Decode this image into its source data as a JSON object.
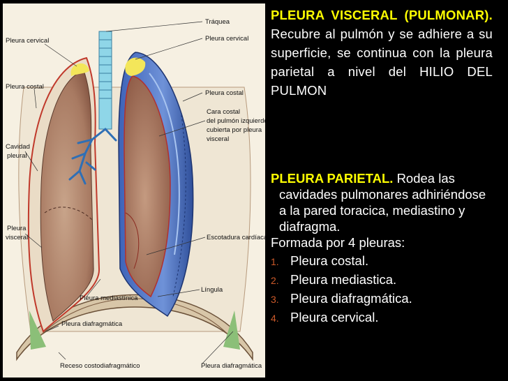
{
  "figure": {
    "labels": {
      "traquea": "Tráquea",
      "pleura_cervical_left": "Pleura cervical",
      "pleura_cervical_right": "Pleura cervical",
      "pleura_costal_left": "Pleura costal",
      "pleura_costal_right": "Pleura costal",
      "cara_costal_1": "Cara costal",
      "cara_costal_2": "del pulmón izquierdo",
      "cara_costal_3": "cubierta por pleura",
      "cara_costal_4": "visceral",
      "cavidad_1": "Cavidad",
      "cavidad_2": "pleural",
      "pleura_visceral_1": "Pleura",
      "pleura_visceral_2": "visceral",
      "escotadura": "Escotadura cardíaca",
      "pleura_mediastinica": "Pleura mediastínica",
      "lingula": "Língula",
      "pleura_diafragmatica_left": "Pleura diafragmática",
      "receso": "Receso costodiafragmático",
      "pleura_diafragmatica_right": "Pleura diafragmática"
    }
  },
  "text": {
    "visceral_title_1": "PLEURA VISCERAL",
    "visceral_title_2": "(PULMONAR).",
    "visceral_body_1": "Recubre al",
    "visceral_body_2": "pulmón y se adhiere a su superficie, se continua con la pleura parietal a nivel del HILIO DEL PULMON",
    "parietal_title": "PLEURA PARIETAL.",
    "parietal_body_1": "Rodea las",
    "parietal_body_2": "cavidades pulmonares adhiriéndose a la pared toracica, mediastino y diafragma.",
    "formada": "Formada por 4 pleuras:",
    "list": [
      {
        "num": "1.",
        "label": "Pleura costal."
      },
      {
        "num": "2.",
        "label": "Pleura mediastica."
      },
      {
        "num": "3.",
        "label": "Pleura diafragmática."
      },
      {
        "num": "4.",
        "label": "Pleura cervical."
      }
    ]
  },
  "colors": {
    "highlight": "#ffff00",
    "list_number": "#cc5a2a",
    "text": "#ffffff",
    "background": "#000000"
  }
}
